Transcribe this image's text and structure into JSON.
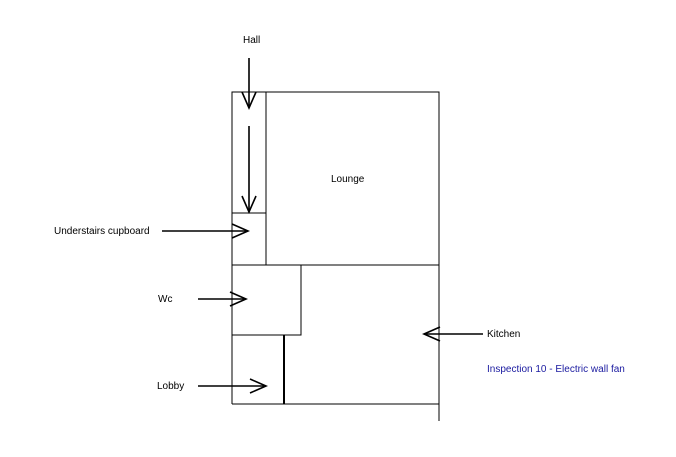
{
  "rooms": {
    "hall": "Hall",
    "lounge": "Lounge",
    "understairs": "Understairs cupboard",
    "wc": "Wc",
    "kitchen": "Kitchen",
    "lobby": "Lobby"
  },
  "note": "Inspection 10 - Electric wall fan",
  "colors": {
    "line": "#000000",
    "note": "#1a1aa0",
    "background": "#ffffff"
  }
}
